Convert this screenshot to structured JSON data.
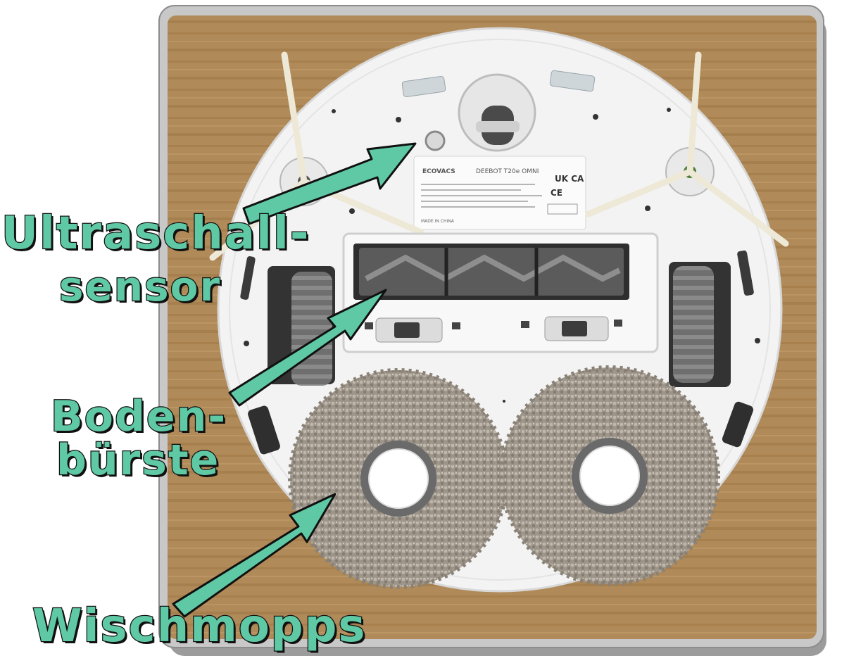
{
  "callouts": {
    "ultrasonic_line1": "Ultraschall-",
    "ultrasonic_line2": "sensor",
    "brush_line1": "Boden-",
    "brush_line2": "bürste",
    "mops": "Wischmopps"
  },
  "device_label": {
    "brand": "ECOVACS",
    "model": "DEEBOT T20e OMNI",
    "made_in": "MADE IN CHINA",
    "ukca_mark": "UK CA",
    "ce_mark": "CE"
  },
  "colors": {
    "callout_fill": "#5fc9a6",
    "callout_outline": "#111111",
    "wood": "#b08a58",
    "robot_body": "#f2f2f2"
  }
}
